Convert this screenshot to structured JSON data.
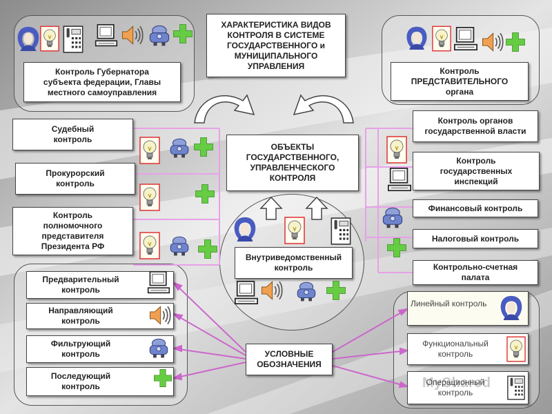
{
  "title": "ХАРАКТЕРИСТИКА ВИДОВ КОНТРОЛЯ В СИСТЕМЕ ГОСУДАРСТВЕННОГО и МУНИЦИПАЛЬНОГО УПРАВЛЕНИЯ",
  "top_left": "Контроль Губернатора\nсубъекта федерации, Главы\nместного самоуправления",
  "top_right": "Контроль\nПРЕДСТАВИТЕЛЬНОГО\nоргана",
  "center": "ОБЪЕКТЫ\nГОСУДАРСТВЕННОГО,\nУПРАВЛЕНЧЕСКОГО\nКОНТРОЛЯ",
  "left_types": {
    "judicial": "Судебный\nконтроль",
    "prosecutor": "Прокурорский\nконтроль",
    "presidential": "Контроль\nполномочного\nпредставителя\nПрезидента РФ"
  },
  "right_types": {
    "state_power": "Контроль органов\nгосударственной власти",
    "inspections": "Контроль\nгосударственных\nинспекций",
    "financial": "Финансовый контроль",
    "tax": "Налоговый контроль",
    "audit": "Контрольно-счетная\nпалата"
  },
  "internal": "Внутриведомственный\nконтроль",
  "legend_left": {
    "preliminary": "Предварительный\nконтроль",
    "directing": "Направляющий\nконтроль",
    "filtering": "Фильтрующий\nконтроль",
    "subsequent": "Последующий\nконтроль"
  },
  "legend_label": "УСЛОВНЫЕ\nОБОЗНАЧЕНИЯ",
  "legend_right": {
    "linear": "Линейный контроль",
    "functional": "Функциональный\nконтроль",
    "operational": "Операционный\nконтроль"
  },
  "watermark": "MyShared",
  "colors": {
    "connector": "#e8a0e8",
    "arrow": "#cc66cc",
    "icon_green": "#66cc44",
    "icon_lamp_frame": "#e03030"
  },
  "icon_names": [
    "person-icon",
    "lamp-icon",
    "phone-icon",
    "computer-icon",
    "speaker-icon",
    "robot-icon",
    "cross-icon"
  ]
}
